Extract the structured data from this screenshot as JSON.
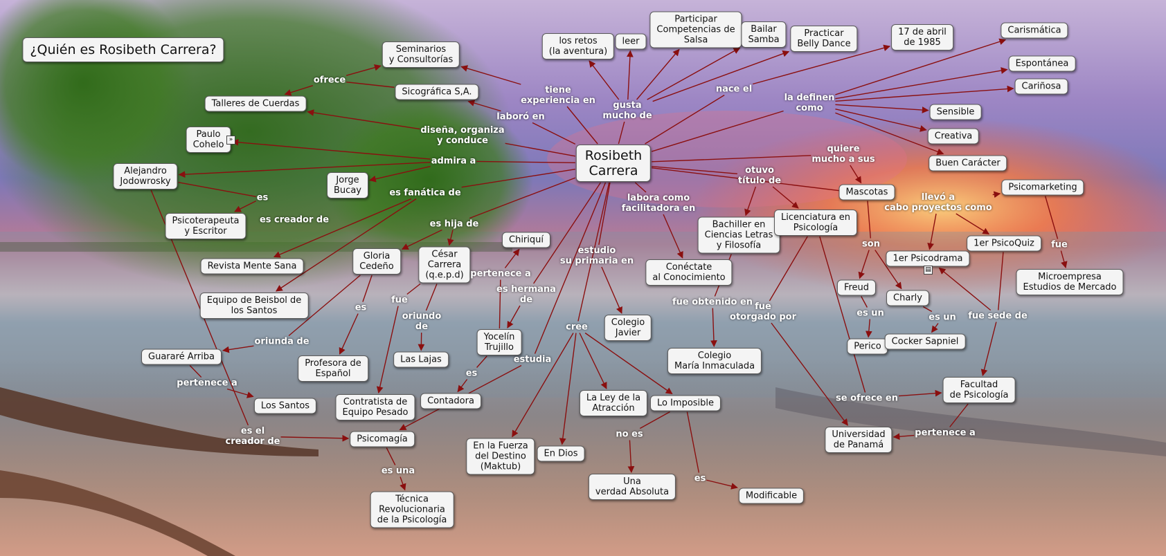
{
  "colors": {
    "edge": "#8a0f0f",
    "node_bg": "#f4f4f4",
    "phrase_text": "#ffffff"
  },
  "title": "¿Quién es Rosibeth Carrera?",
  "center": "Rosibeth\nCarrera",
  "nodes": {
    "seminarios": "Seminarios\ny Consultorías",
    "sicografica": "Sicográfica S,A.",
    "talleres": "Talleres de Cuerdas",
    "paulo": "Paulo\nCohelo",
    "alejandro": "Alejandro\nJodowrosky",
    "jorge": "Jorge\nBucay",
    "psicoterapeuta": "Psicoterapeuta\ny Escritor",
    "revista": "Revista Mente Sana",
    "gloria": "Gloria\nCedeño",
    "cesar": "César\nCarrera\n(q.e.p.d)",
    "chiriqui": "Chiriquí",
    "equipo": "Equipo de Beisbol de\nlos Santos",
    "guarare": "Guararé Arriba",
    "profesora": "Profesora de\nEspañol",
    "las_lajas": "Las Lajas",
    "yocelin": "Yocelín\nTrujillo",
    "los_santos": "Los Santos",
    "contratista": "Contratista de\nEquipo Pesado",
    "contadora": "Contadora",
    "psicomagia": "Psicomagía",
    "tecnica": "Técnica\nRevolucionaria\nde la Psicología",
    "fuerza": "En la Fuerza\ndel Destino\n(Maktub)",
    "en_dios": "En Dios",
    "ley": "La Ley de la\nAtracción",
    "imposible": "Lo Imposible",
    "verdad": "Una\nverdad Absoluta",
    "modificable": "Modificable",
    "javier": "Colegio\nJavier",
    "conectate": "Conéctate\nal Conocimiento",
    "bachiller": "Bachiller en\nCiencias Letras\ny Filosofía",
    "maria": "Colegio\nMaría Inmaculada",
    "licenciatura": "Licenciatura en\nPsicología",
    "retos": "los retos\n(la aventura)",
    "leer": "leer",
    "competencias": "Participar\nCompetencias de\nSalsa",
    "samba": "Bailar\nSamba",
    "belly": "Practicar\nBelly Dance",
    "abril": "17 de abril\nde 1985",
    "carismatica": "Carismática",
    "espontanea": "Espontánea",
    "carinosa": "Cariñosa",
    "sensible": "Sensible",
    "creativa": "Creativa",
    "caracter": "Buen Carácter",
    "psicomarketing": "Psicomarketing",
    "mascotas": "Mascotas",
    "psicodrama": "1er Psicodrama",
    "psicoquiz": "1er PsicoQuiz",
    "microempresa": "Microempresa\nEstudios de Mercado",
    "freud": "Freud",
    "charly": "Charly",
    "perico": "Perico",
    "cocker": "Cocker Sapniel",
    "facultad": "Facultad\nde Psicología",
    "universidad": "Universidad\nde Panamá"
  },
  "phrases": {
    "ofrece": "ofrece",
    "tiene_exp": "tiene\nexperiencia en",
    "laboro": "laboró en",
    "gusta": "gusta\nmucho de",
    "nace": "nace el",
    "definen": "la definen\ncomo",
    "disena": "diseña, organiza\ny conduce",
    "admira": "admira a",
    "quiere": "quiere\nmucho a sus",
    "otuvo": "otuvo\ntítulo de",
    "es1": "es",
    "es_creador": "es creador de",
    "fanatica": "es fanática de",
    "hija": "es hija de",
    "labora": "labora como\nfacilitadora en",
    "llevo": "llevó a\ncabo proyectos como",
    "estudio_prim": "estudio\nsu primaria en",
    "son": "son",
    "pertenece1": "pertenece a",
    "hermana": "es hermana\nde",
    "fue1": "fue",
    "es2": "es",
    "oriundo": "oriundo\nde",
    "cree": "cree",
    "obtenido": "fue obtenido en",
    "otorgado": "fue\notorgado por",
    "fue2": "fue",
    "es_un1": "es un",
    "es_un2": "es un",
    "sede": "fue sede de",
    "oriunda": "oriunda de",
    "estudia": "estudia",
    "es3": "es",
    "pertenece2": "pertenece a",
    "es_el_creador": "es el\ncreador de",
    "se_ofrece": "se ofrece en",
    "no_es": "no es",
    "pertenece3": "pertenece a",
    "es_una": "es una",
    "es4": "es"
  }
}
